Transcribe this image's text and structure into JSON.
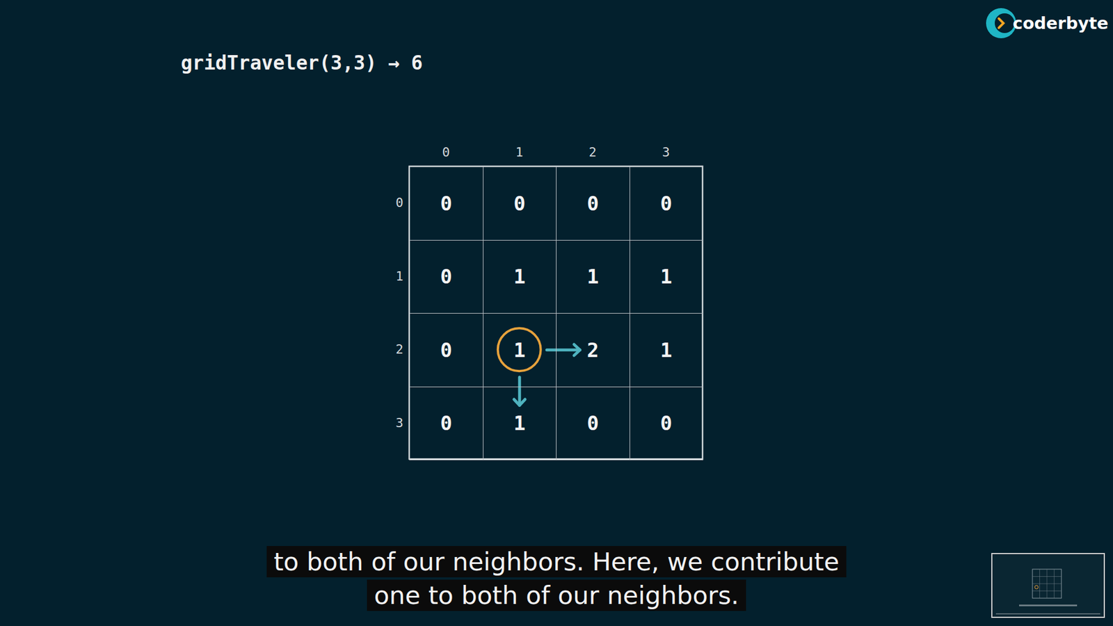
{
  "diagram": {
    "title": "gridTraveler(3,3) → 6",
    "caption": "to both of our neighbors. Here, we contribute one to both of our neighbors.",
    "nodes": [
      {
        "text": [
          "0"
        ]
      },
      {
        "text": [
          "0"
        ]
      },
      {
        "text": [
          "0"
        ]
      },
      {
        "text": [
          "0"
        ]
      },
      {
        "text": [
          "0"
        ]
      },
      {
        "text": [
          "1"
        ]
      },
      {
        "text": [
          "1"
        ]
      },
      {
        "text": [
          "1"
        ]
      },
      {
        "text": [
          "0"
        ]
      },
      {
        "text": [
          "1"
        ]
      },
      {
        "text": [
          "2"
        ]
      },
      {
        "text": [
          "1"
        ]
      },
      {
        "text": [
          "0"
        ]
      },
      {
        "text": [
          "1"
        ]
      },
      {
        "text": [
          "0"
        ]
      },
      {
        "text": [
          "0"
        ]
      }
    ],
    "edges": [
      {
        "from": 9,
        "to": 10,
        "arrow": "to"
      },
      {
        "from": 9,
        "to": 13,
        "arrow": "to"
      }
    ],
    "labels": [
      "0",
      "1",
      "2",
      "3",
      "0",
      "1",
      "2",
      "3",
      "coderbyte"
    ]
  }
}
